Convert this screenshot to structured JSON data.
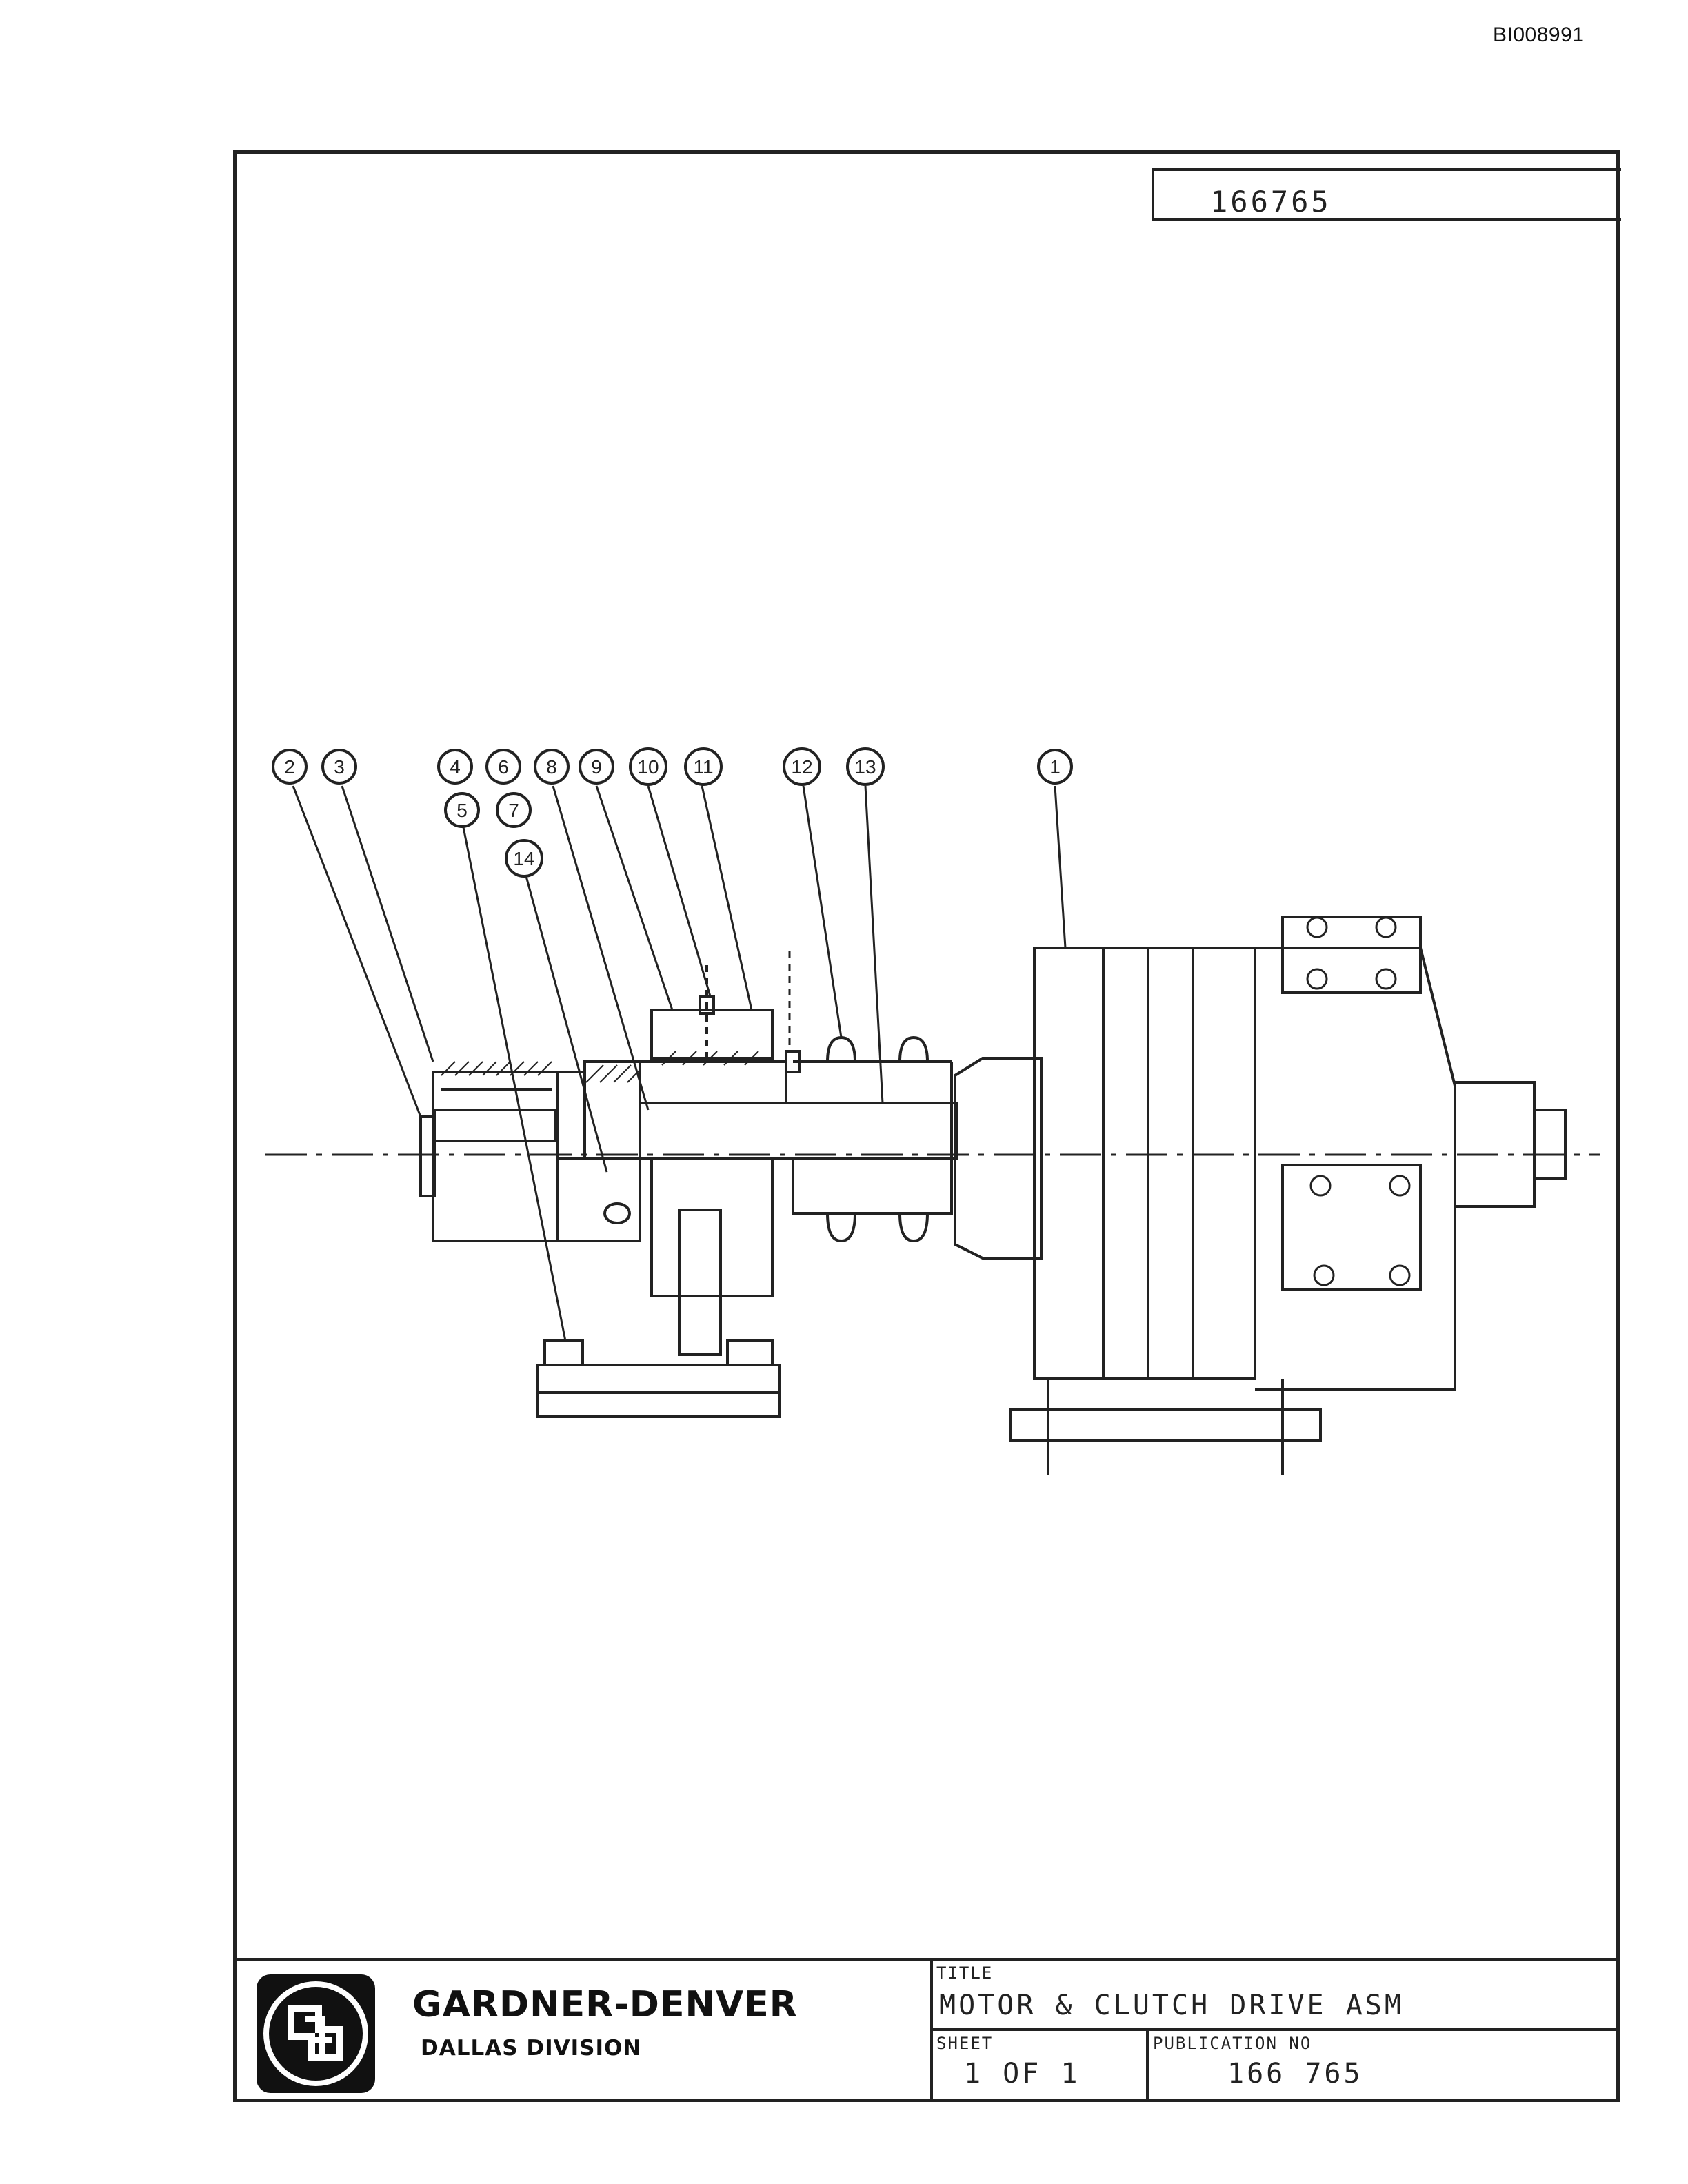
{
  "document_id": "BI008991",
  "drawing_number_top": "166765",
  "callouts": [
    "1",
    "2",
    "3",
    "4",
    "5",
    "6",
    "7",
    "8",
    "9",
    "10",
    "11",
    "12",
    "13",
    "14"
  ],
  "company": {
    "name": "GARDNER-DENVER",
    "division": "DALLAS DIVISION"
  },
  "title_block": {
    "title_label": "TITLE",
    "title": "MOTOR & CLUTCH DRIVE ASM",
    "sheet_label": "SHEET",
    "sheet": "1 OF 1",
    "publication_label": "PUBLICATION NO",
    "publication_no": "166 765"
  },
  "colors": {
    "ink": "#222222",
    "paper": "#ffffff"
  }
}
